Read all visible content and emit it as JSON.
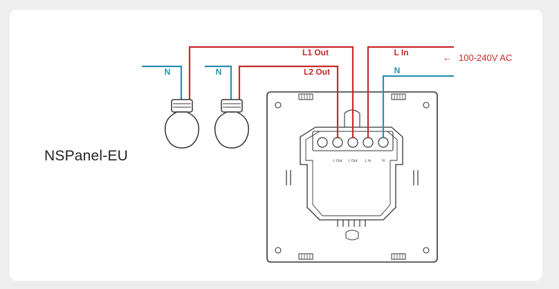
{
  "title": "NSPanel-EU",
  "colors": {
    "live": "#c62828",
    "neutral": "#2a8fb0",
    "device": "#333333"
  },
  "labels": {
    "l1_out": "L1 Out",
    "l2_out": "L2 Out",
    "l_in": "L In",
    "n_supply": "N",
    "n_lamp1": "N",
    "n_lamp2": "N",
    "supply_arrow": "←",
    "supply": "100-240V AC"
  },
  "terminals": [
    "L Out",
    "L Out",
    "L In",
    "N"
  ],
  "icons": [
    "lamp-1-icon",
    "lamp-2-icon",
    "nspanel-device-icon"
  ]
}
